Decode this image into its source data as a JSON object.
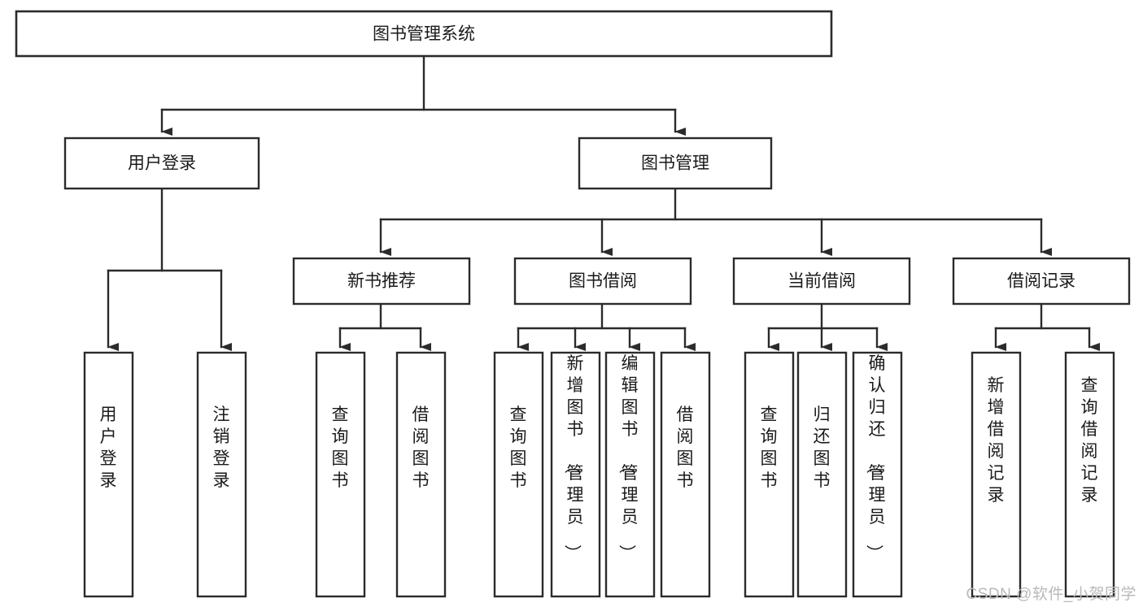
{
  "diagram": {
    "type": "tree",
    "title": "图书管理系统",
    "watermark": "CSDN @软件_小贺同学",
    "nodes": {
      "root": {
        "label": "图书管理系统"
      },
      "level2": [
        {
          "id": "user-login",
          "label": "用户登录"
        },
        {
          "id": "book-manage",
          "label": "图书管理"
        }
      ],
      "level3": [
        {
          "id": "new-book-recommend",
          "label": "新书推荐",
          "parent": "book-manage"
        },
        {
          "id": "book-borrow",
          "label": "图书借阅",
          "parent": "book-manage"
        },
        {
          "id": "current-borrow",
          "label": "当前借阅",
          "parent": "book-manage"
        },
        {
          "id": "borrow-record",
          "label": "借阅记录",
          "parent": "book-manage"
        }
      ],
      "leaves": [
        {
          "id": "leaf-user-login",
          "label": "用户登录",
          "parent": "user-login"
        },
        {
          "id": "leaf-logout",
          "label": "注销登录",
          "parent": "user-login"
        },
        {
          "id": "leaf-query-book-1",
          "label": "查询图书",
          "parent": "new-book-recommend"
        },
        {
          "id": "leaf-borrow-book-1",
          "label": "借阅图书",
          "parent": "new-book-recommend"
        },
        {
          "id": "leaf-query-book-2",
          "label": "查询图书",
          "parent": "book-borrow"
        },
        {
          "id": "leaf-add-book",
          "label": "新增图书（管理员）",
          "parent": "book-borrow"
        },
        {
          "id": "leaf-edit-book",
          "label": "编辑图书（管理员）",
          "parent": "book-borrow"
        },
        {
          "id": "leaf-borrow-book-2",
          "label": "借阅图书",
          "parent": "book-borrow"
        },
        {
          "id": "leaf-query-book-3",
          "label": "查询图书",
          "parent": "current-borrow"
        },
        {
          "id": "leaf-return-book",
          "label": "归还图书",
          "parent": "current-borrow"
        },
        {
          "id": "leaf-confirm-return",
          "label": "确认归还（管理员）",
          "parent": "current-borrow"
        },
        {
          "id": "leaf-add-record",
          "label": "新增借阅记录",
          "parent": "borrow-record"
        },
        {
          "id": "leaf-query-record",
          "label": "查询借阅记录",
          "parent": "borrow-record"
        }
      ]
    },
    "colors": {
      "stroke": "#2b2b2b",
      "fill": "#ffffff",
      "text": "#1a1a1a",
      "watermark": "#b9b9b9"
    }
  }
}
